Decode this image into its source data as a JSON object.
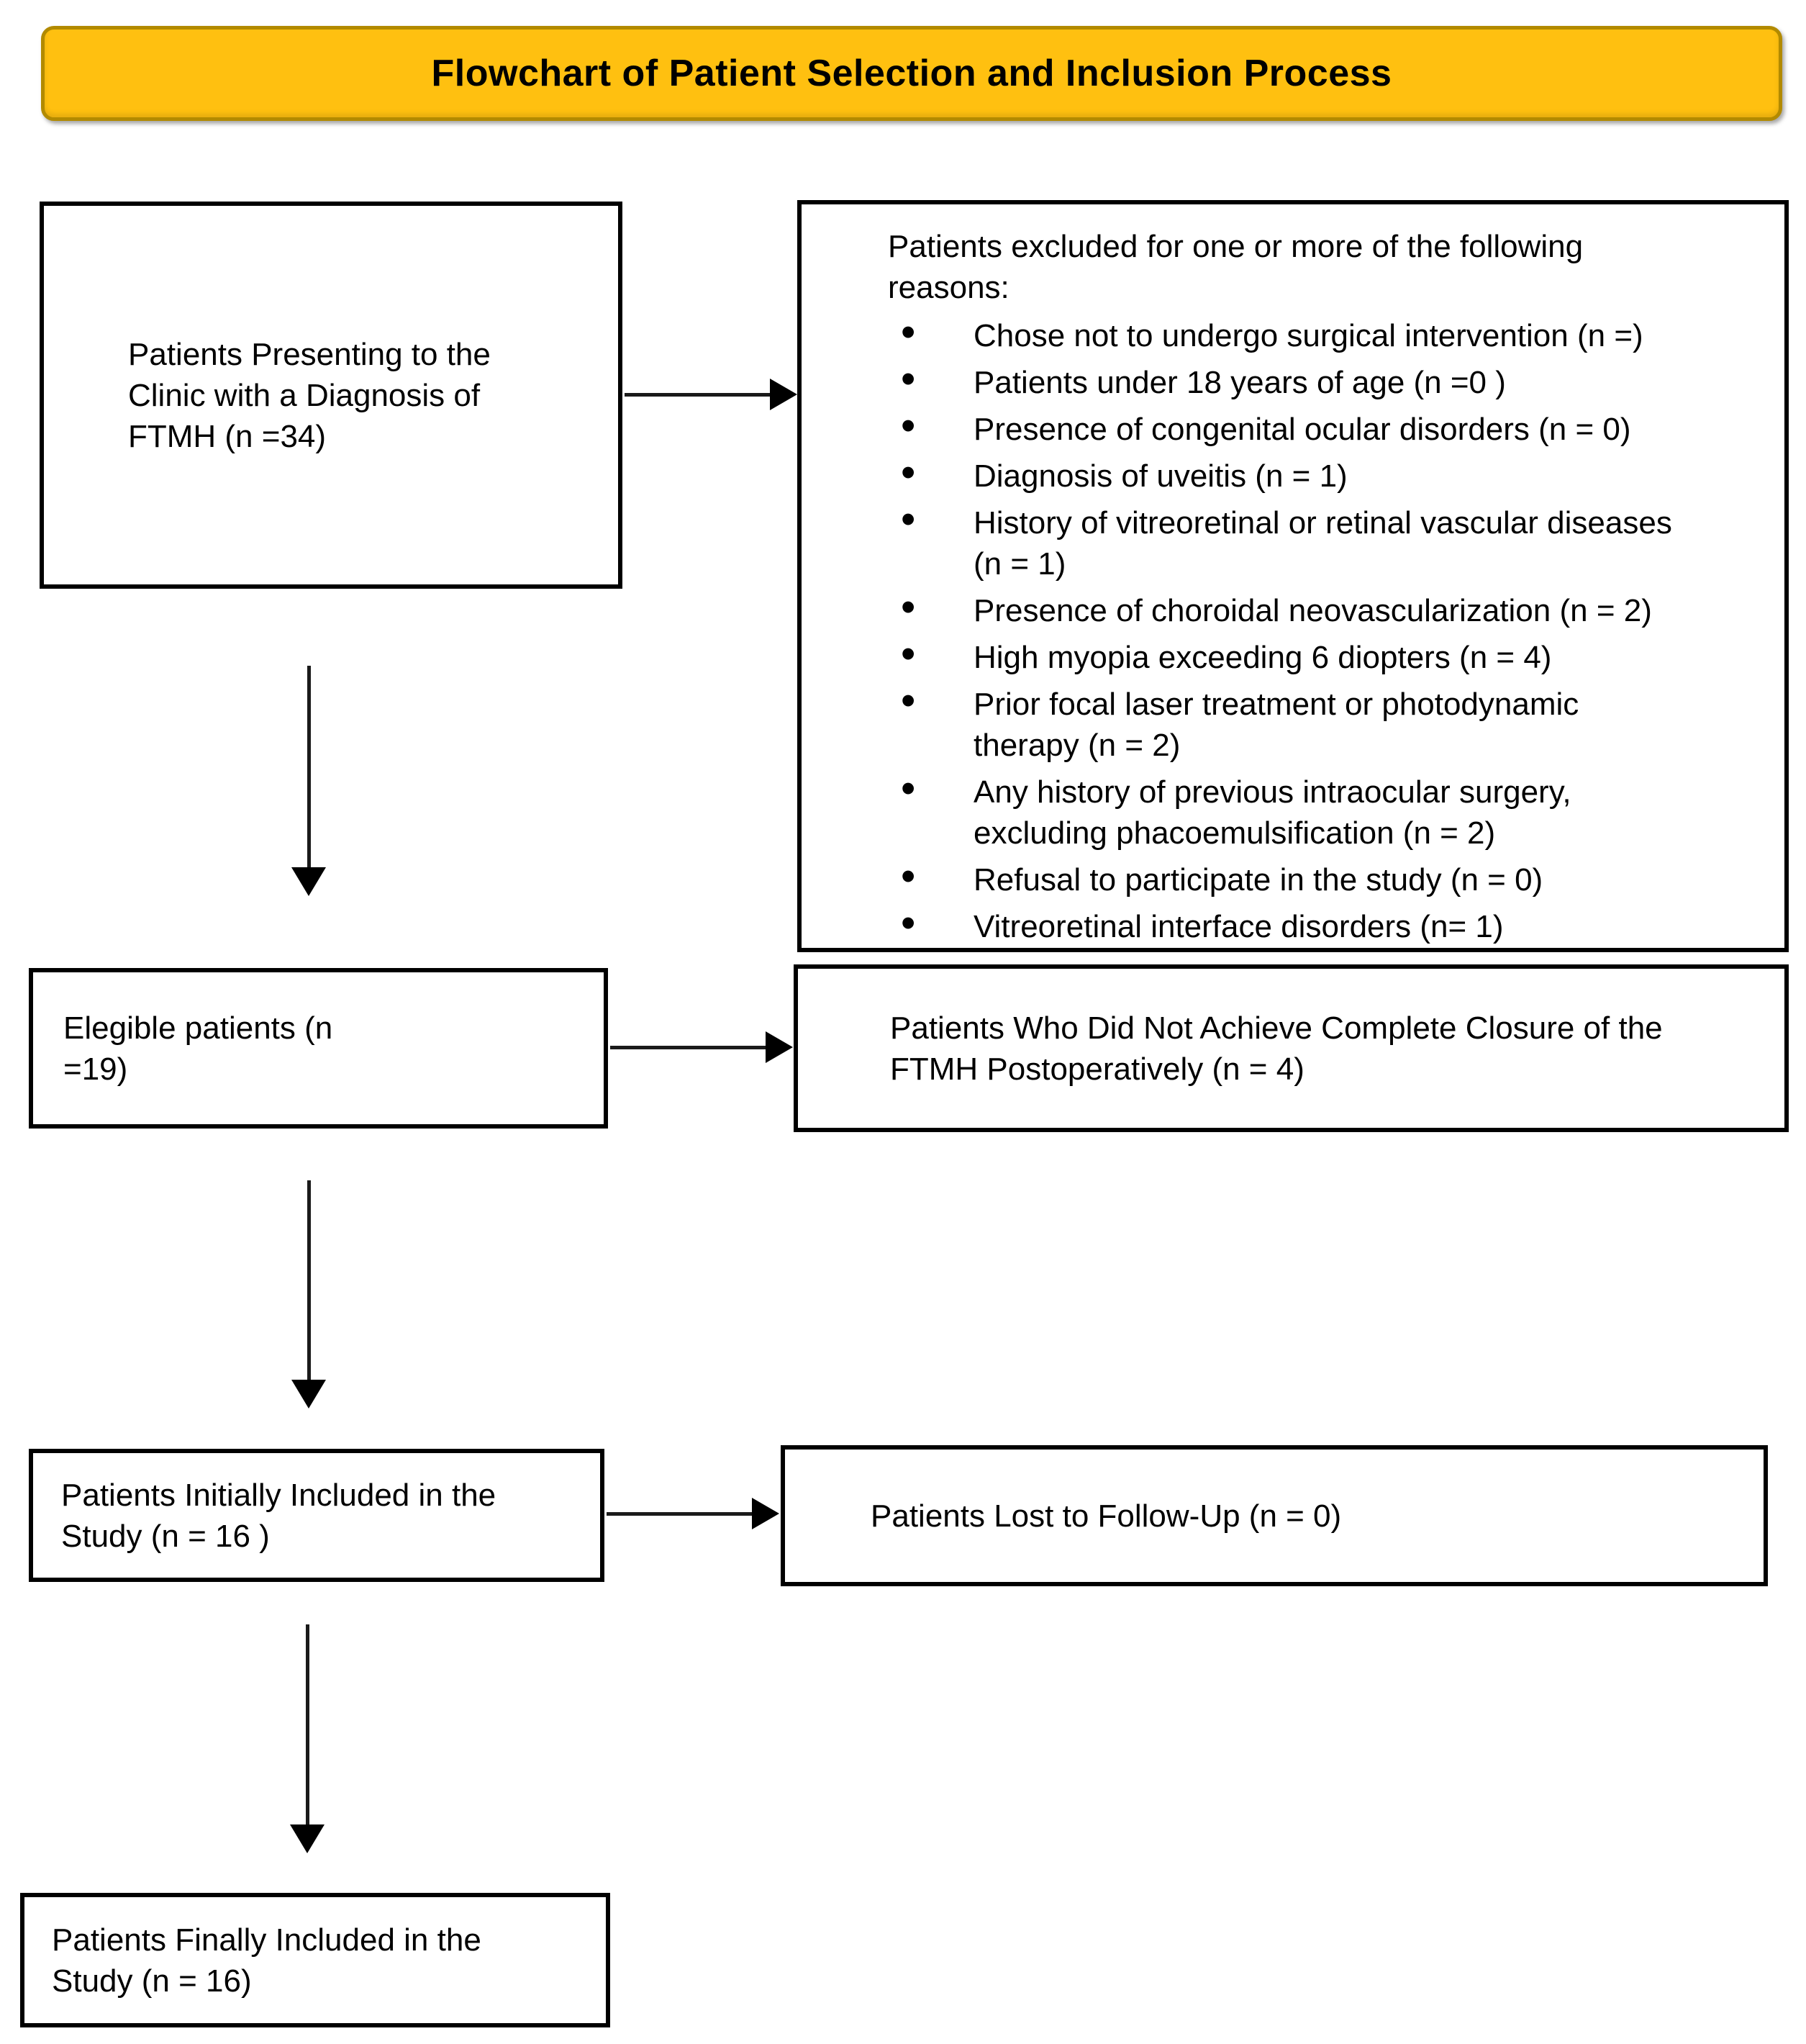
{
  "banner": {
    "title": "Flowchart of Patient Selection and Inclusion Process",
    "fill_color": "#ffc010",
    "border_color": "#b28a00"
  },
  "boxes": {
    "presenting": {
      "text": "Patients Presenting to the Clinic with a Diagnosis of FTMH (n =34)"
    },
    "exclusion": {
      "intro": "Patients excluded for one or more of the following reasons:",
      "items": [
        "Chose not to undergo surgical intervention (n =)",
        "Patients under 18 years of age (n =0 )",
        "Presence of congenital ocular disorders (n = 0)",
        "Diagnosis of uveitis (n = 1)",
        "History of vitreoretinal or retinal vascular diseases (n = 1)",
        "Presence of choroidal neovascularization (n = 2)",
        "High myopia exceeding 6 diopters (n = 4)",
        "Prior focal laser treatment or photodynamic therapy (n = 2)",
        "Any history of previous intraocular surgery, excluding phacoemulsification (n = 2)",
        "Refusal to participate in the study (n = 0)",
        "Vitreoretinal interface disorders (n= 1)"
      ]
    },
    "eligible": {
      "text": "Elegible patients (n =19)"
    },
    "no_closure": {
      "text": "Patients Who Did Not Achieve Complete Closure of the FTMH Postoperatively (n = 4)"
    },
    "initially_included": {
      "text": "Patients Initially Included in the Study (n = 16 )"
    },
    "lost_follow_up": {
      "text": "Patients Lost to Follow-Up (n = 0)"
    },
    "finally_included": {
      "text": "Patients Finally Included in the Study (n = 16)"
    }
  }
}
